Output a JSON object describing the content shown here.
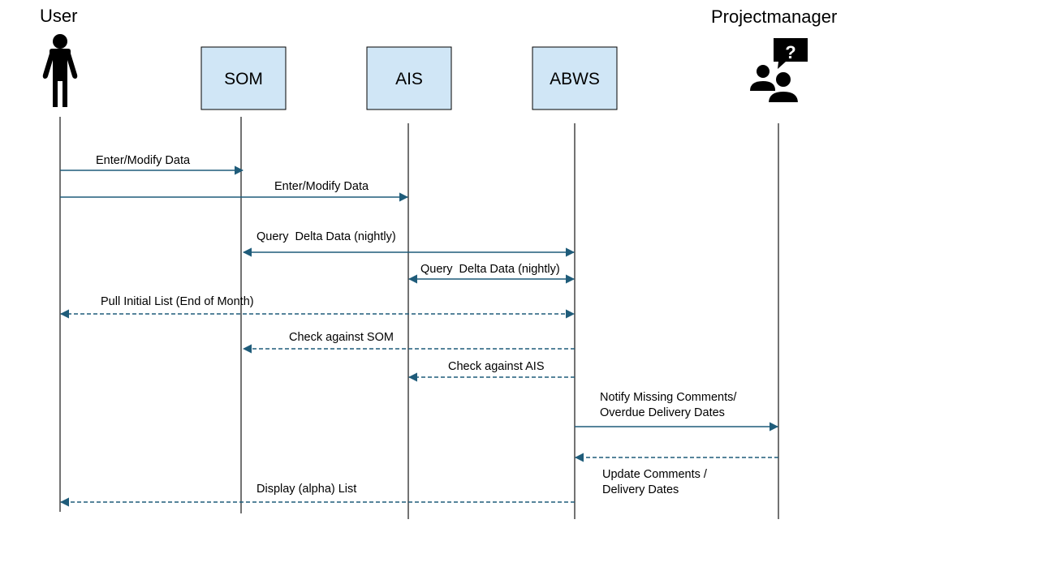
{
  "colors": {
    "arrow": "#1f5c7a",
    "box_fill": "#d0e6f6",
    "lifeline": "#000000"
  },
  "actors": {
    "user": {
      "label": "User",
      "icon": "person-icon"
    },
    "som": {
      "label": "SOM"
    },
    "ais": {
      "label": "AIS"
    },
    "abws": {
      "label": "ABWS"
    },
    "pm": {
      "label": "Projectmanager",
      "icon": "people-question-icon"
    }
  },
  "messages": [
    {
      "label": "Enter/Modify Data",
      "from": "user",
      "to": "som",
      "style": "solid"
    },
    {
      "label": "Enter/Modify Data",
      "from": "user",
      "to": "ais",
      "style": "solid"
    },
    {
      "label": "Query  Delta Data (nightly)",
      "from": "som",
      "to": "abws",
      "style": "solid",
      "bidirectional": true
    },
    {
      "label": "Query  Delta Data (nightly)",
      "from": "ais",
      "to": "abws",
      "style": "solid",
      "bidirectional": true
    },
    {
      "label": "Pull Initial List (End of Month)",
      "from": "user",
      "to": "abws",
      "style": "dashed",
      "bidirectional": true
    },
    {
      "label": "Check against SOM",
      "from": "abws",
      "to": "som",
      "style": "dashed"
    },
    {
      "label": "Check against AIS",
      "from": "abws",
      "to": "ais",
      "style": "dashed"
    },
    {
      "label_lines": [
        "Notify Missing Comments/",
        "Overdue Delivery Dates"
      ],
      "from": "abws",
      "to": "pm",
      "style": "solid"
    },
    {
      "label_lines": [
        "Update Comments /",
        "Delivery Dates"
      ],
      "from": "pm",
      "to": "abws",
      "style": "dashed"
    },
    {
      "label": "Display (alpha) List",
      "from": "abws",
      "to": "user",
      "style": "dashed"
    }
  ]
}
